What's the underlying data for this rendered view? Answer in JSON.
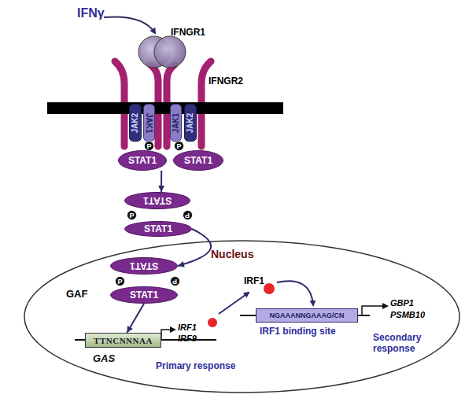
{
  "diagram": {
    "nodes": [
      {
        "text": [
          "JAK2"
        ]
      },
      {
        "text": [
          "JAK1"
        ]
      },
      {
        "text": [
          "JAK1"
        ]
      },
      {
        "text": [
          "JAK2"
        ]
      },
      {
        "text": [
          "P"
        ]
      },
      {
        "text": [
          "P"
        ]
      },
      {
        "text": [
          "STAT1"
        ]
      },
      {
        "text": [
          "STAT1"
        ]
      },
      {
        "text": [
          "STAT1"
        ]
      },
      {
        "text": [
          "P"
        ]
      },
      {
        "text": [
          "P"
        ]
      },
      {
        "text": [
          "STAT1"
        ]
      },
      {
        "text": [
          "Nucleus"
        ]
      },
      {
        "text": [
          "STAT1"
        ],
        "in": 12
      },
      {
        "text": [
          "P"
        ],
        "in": 12
      },
      {
        "text": [
          "P"
        ],
        "in": 12
      },
      {
        "text": [
          "STAT1"
        ],
        "in": 12
      },
      {
        "text": [
          "TTNCNNNAA",
          "GAS"
        ],
        "in": 12
      },
      {
        "text": [
          "NGAAANNGAAAG/CN",
          "IRF1 binding site"
        ],
        "in": 12
      }
    ],
    "edges": [
      {
        "from": 6,
        "to": 8,
        "arrow": "to"
      },
      {
        "from": 11,
        "to": 13,
        "arrow": "to"
      },
      {
        "from": 16,
        "to": 17,
        "arrow": "to"
      }
    ],
    "labels": [
      "IFNγ",
      "IFNGR1",
      "IFNGR2",
      "GAF",
      "IRF1",
      "IRF9",
      "Primary response",
      "IRF1",
      "GBP1",
      "PSMB10",
      "Secondary response"
    ]
  }
}
